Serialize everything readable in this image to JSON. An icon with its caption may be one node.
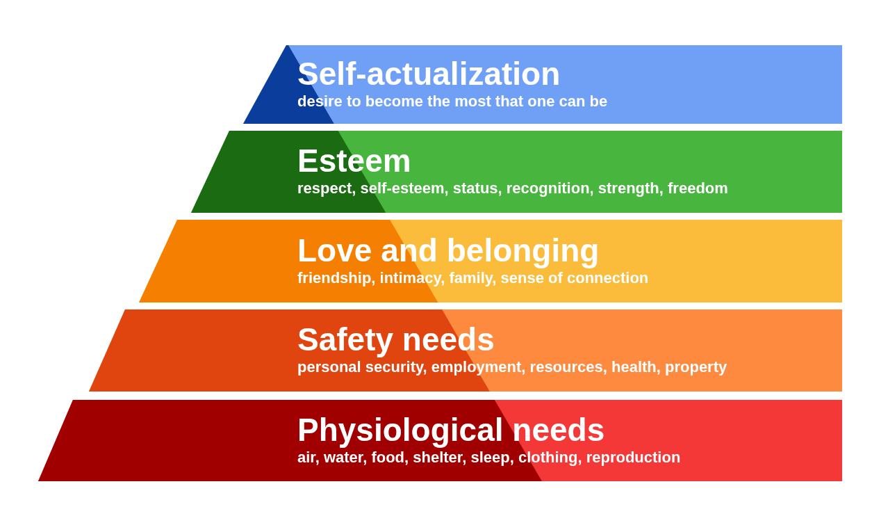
{
  "diagram": {
    "nodes": [
      {
        "text": [
          "Self-actualization",
          "desire to become the most that one can be"
        ]
      },
      {
        "text": [
          "Esteem",
          "respect, self-esteem, status, recognition, strength, freedom"
        ]
      },
      {
        "text": [
          "Love and belonging",
          "friendship, intimacy, family, sense of connection"
        ]
      },
      {
        "text": [
          "Safety needs",
          "personal security, employment, resources, health, property"
        ]
      },
      {
        "text": [
          "Physiological needs",
          "air, water, food, shelter, sleep, clothing, reproduction"
        ]
      }
    ]
  }
}
